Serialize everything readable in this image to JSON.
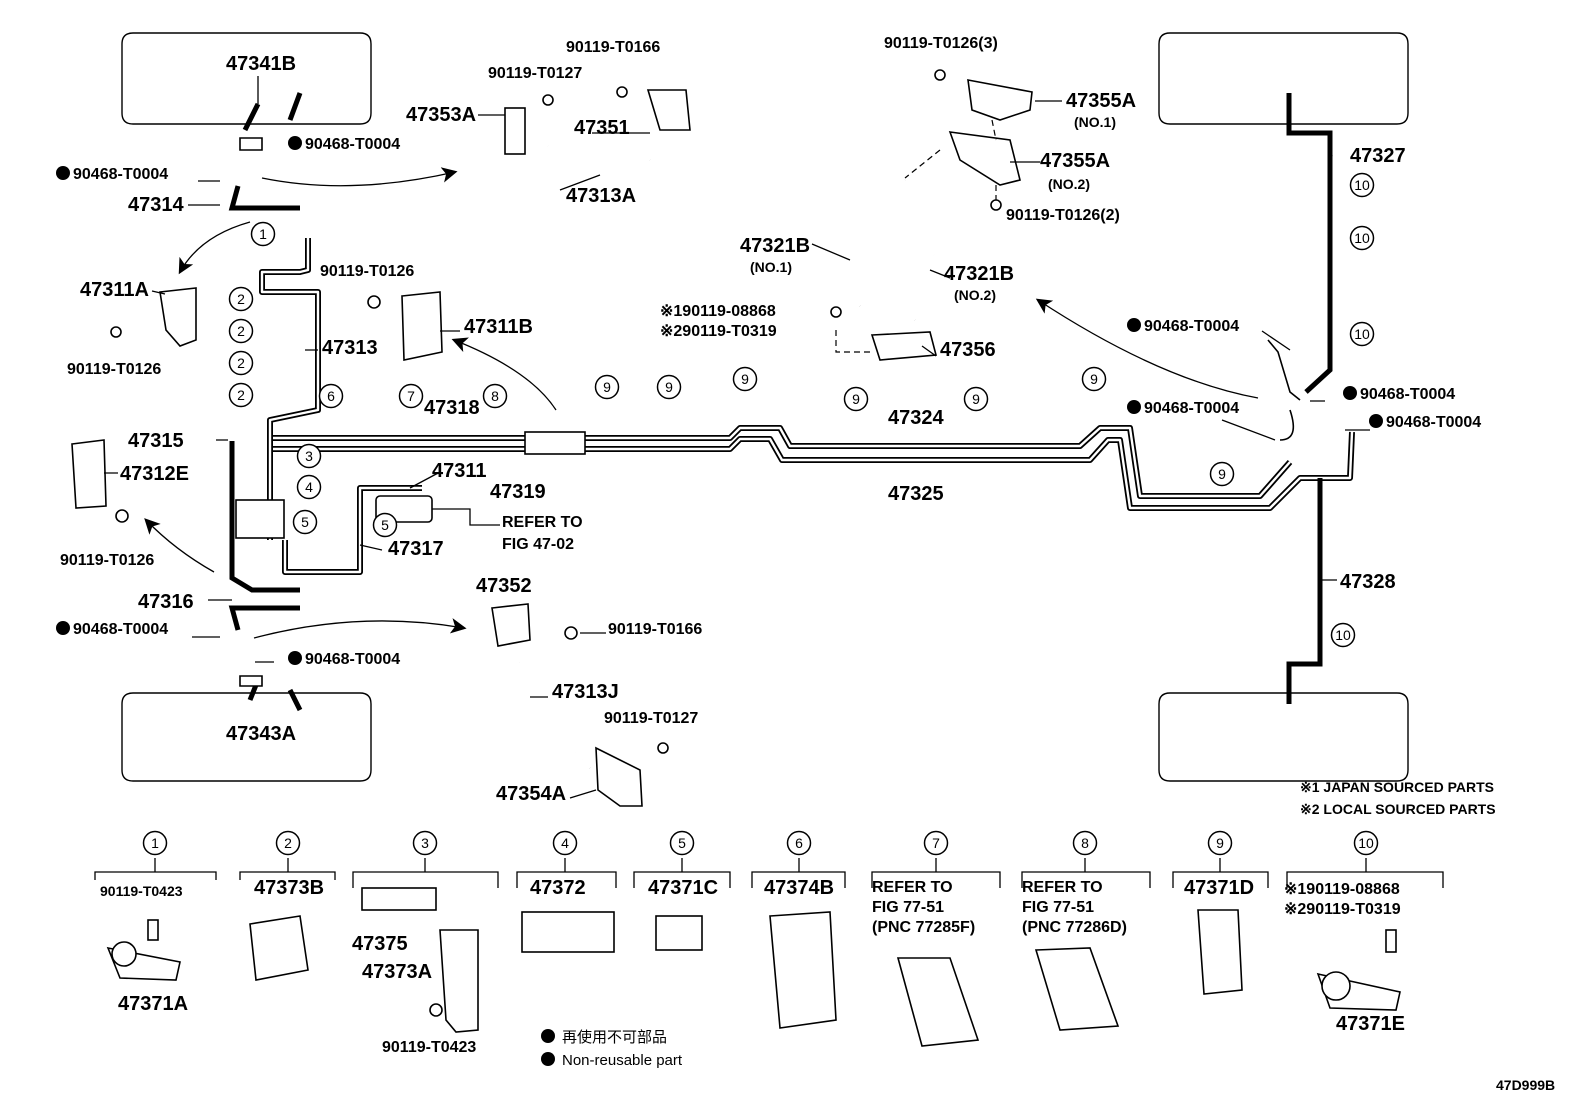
{
  "diagram_code": "47D999B",
  "labels": {
    "l47341B": "47341B",
    "l47343A": "47343A",
    "l90468_a": "90468-T0004",
    "l90468_b": "90468-T0004",
    "l90468_c": "90468-T0004",
    "l90468_d": "90468-T0004",
    "l90468_e": "90468-T0004",
    "l90468_f": "90468-T0004",
    "l90468_g": "90468-T0004",
    "l90468_h": "90468-T0004",
    "l47314": "47314",
    "l47311A": "47311A",
    "l0126_a": "90119-T0126",
    "l0126_b": "90119-T0126",
    "l0126_c": "90119-T0126",
    "l47313": "47313",
    "l47315": "47315",
    "l47312E": "47312E",
    "l47316": "47316",
    "l47311B": "47311B",
    "l47318": "47318",
    "l47319": "47319",
    "l47311": "47311",
    "l47317": "47317",
    "refer_fig_a": "REFER TO",
    "refer_fig_b": "FIG 47-02",
    "l47353A": "47353A",
    "l0127_a": "90119-T0127",
    "l0127_b": "90119-T0127",
    "l0166_a": "90119-T0166",
    "l0166_b": "90119-T0166",
    "l47351": "47351",
    "l47313A": "47313A",
    "l47352": "47352",
    "l47313J": "47313J",
    "l47354A": "47354A",
    "l0126_3": "90119-T0126(3)",
    "l0126_2": "90119-T0126(2)",
    "l47355A_1": "47355A",
    "no1_a": "(NO.1)",
    "l47355A_2": "47355A",
    "no2_a": "(NO.2)",
    "l47321B_1": "47321B",
    "no1_b": "(NO.1)",
    "l47321B_2": "47321B",
    "no2_b": "(NO.2)",
    "l08868": "※190119-08868",
    "lT0319": "※290119-T0319",
    "l47356": "47356",
    "l47324": "47324",
    "l47325": "47325",
    "l47327": "47327",
    "l47328": "47328",
    "note1": "※1 JAPAN SOURCED PARTS",
    "note2": "※2 LOCAL SOURCED PARTS",
    "legend_cn": "再使用不可部品",
    "legend_en": "Non-reusable part"
  },
  "callout_numbers": {
    "c1": "1",
    "c2": "2",
    "c3": "3",
    "c4": "4",
    "c5": "5",
    "c6": "6",
    "c7": "7",
    "c8": "8",
    "c9": "9",
    "c10": "10"
  },
  "clips": [
    {
      "num": "1",
      "label": "90119-T0423",
      "label2": "47371A"
    },
    {
      "num": "2",
      "label": "47373B"
    },
    {
      "num": "3",
      "label": "47375",
      "label2": "47373A",
      "label3": "90119-T0423"
    },
    {
      "num": "4",
      "label": "47372"
    },
    {
      "num": "5",
      "label": "47371C"
    },
    {
      "num": "6",
      "label": "47374B"
    },
    {
      "num": "7",
      "label": "REFER TO",
      "label2": "FIG 77-51",
      "label3": "(PNC 77285F)"
    },
    {
      "num": "8",
      "label": "REFER TO",
      "label2": "FIG 77-51",
      "label3": "(PNC 77286D)"
    },
    {
      "num": "9",
      "label": "47371D"
    },
    {
      "num": "10",
      "label": "※190119-08868",
      "label2": "※290119-T0319",
      "label3": "47371E"
    }
  ]
}
